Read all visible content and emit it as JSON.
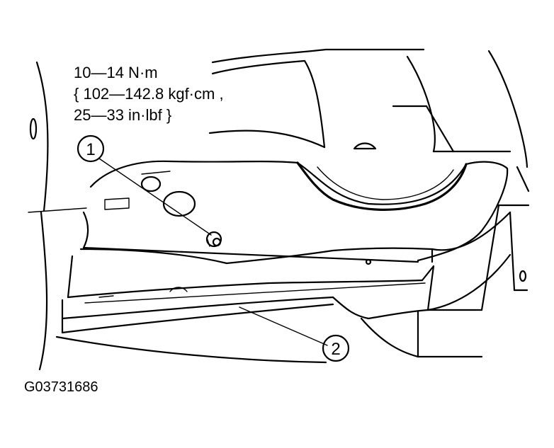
{
  "torque_spec": {
    "line1": "10—14 N·m",
    "line2": "{ 102—142.8 kgf·cm ,",
    "line3": "25—33 in·lbf }"
  },
  "callouts": {
    "bolt": "1",
    "part": "2"
  },
  "figure_code": "G03731686",
  "colors": {
    "ink": "#000000",
    "paper": "#ffffff"
  }
}
